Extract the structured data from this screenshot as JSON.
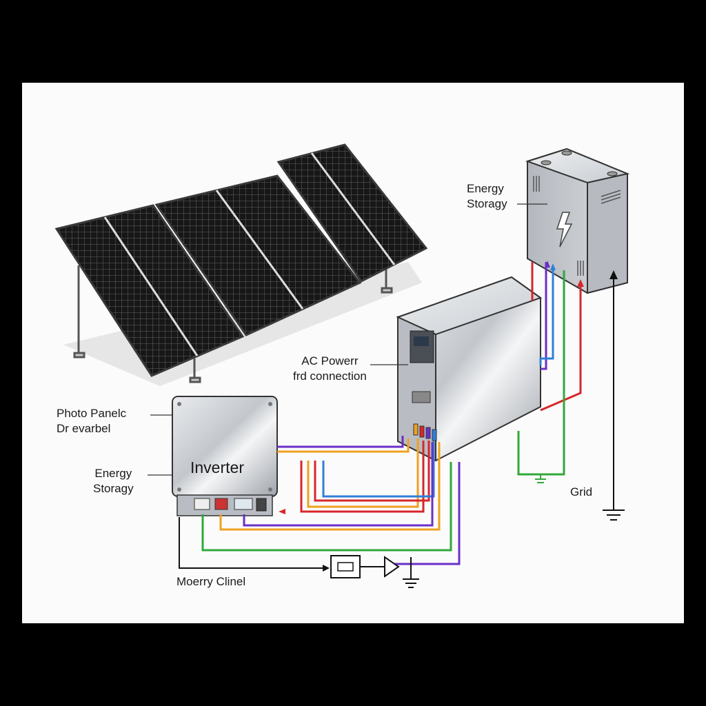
{
  "labels": {
    "energy_storage_top": [
      "Energy",
      "Storagy"
    ],
    "ac_power": [
      "AC Powerr",
      "frd connection"
    ],
    "photo_panel": [
      "Photo Panelc",
      "Dr evarbel"
    ],
    "energy_storage_left": [
      "Energy",
      "Storagy"
    ],
    "inverter": "Inverter",
    "grid": "Grid",
    "monitor": "Moerry Clinel"
  },
  "colors": {
    "background": "#000000",
    "canvas": "#fbfbfb",
    "wire_red": "#d7262b",
    "wire_orange": "#f0a020",
    "wire_green": "#2fa83a",
    "wire_blue": "#2f7fd8",
    "wire_purple": "#6a2fc8",
    "wire_cyan": "#18b6d8",
    "panel_cell": "#151515",
    "metal": "#c9ccd1"
  },
  "icons": [
    "lightning-bolt-icon",
    "ground-symbol-icon",
    "amplifier-icon",
    "monitor-box-icon"
  ]
}
